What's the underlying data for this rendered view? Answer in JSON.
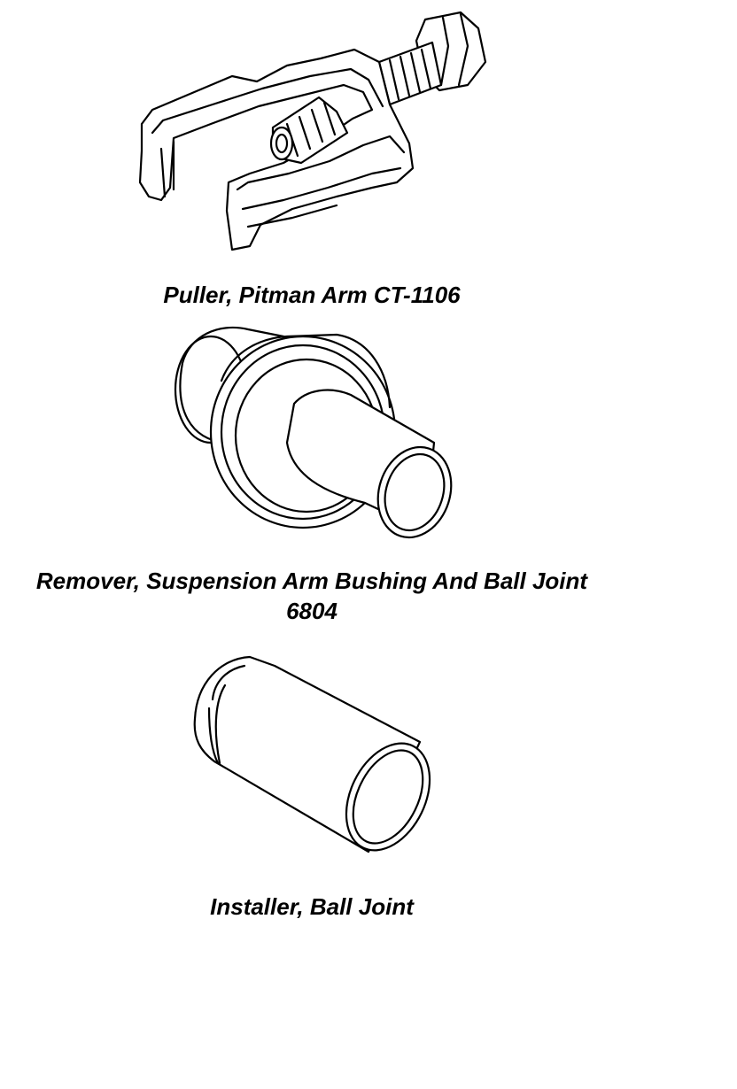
{
  "tools": [
    {
      "caption": "Puller, Pitman Arm CT-1106"
    },
    {
      "caption_line1": "Remover, Suspension Arm Bushing And Ball Joint",
      "caption_line2": "6804"
    },
    {
      "caption": "Installer, Ball Joint"
    }
  ],
  "colors": {
    "ink": "#000000",
    "paper": "#ffffff"
  }
}
